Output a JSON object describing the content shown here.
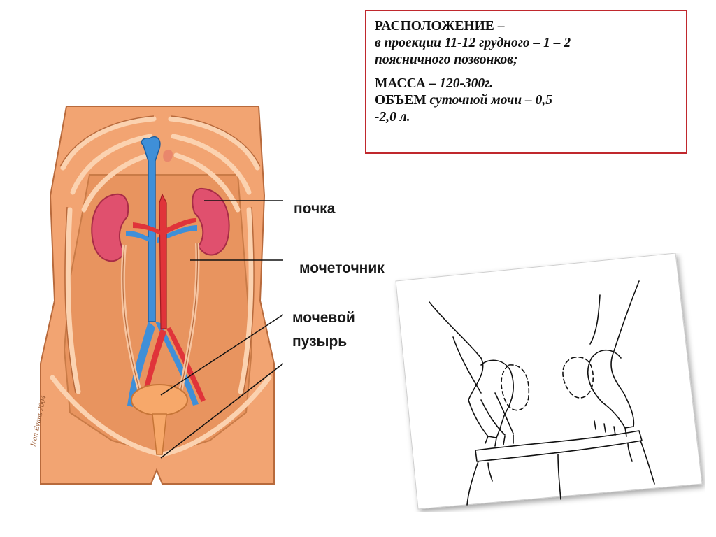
{
  "info_box": {
    "location_heading": "РАСПОЛОЖЕНИЕ –",
    "location_line1": "в проекции 11-12 грудного – 1 – 2",
    "location_line2": "поясничного позвонков;",
    "mass_heading": "МАССА –",
    "mass_value": " 120-300г.",
    "volume_heading": "ОБЪЕМ",
    "volume_value": " суточной мочи – 0,5",
    "volume_value_2": "-2,0 л."
  },
  "labels": {
    "kidney": "почка",
    "ureter": "мочеточник",
    "bladder_1": "мочевой",
    "bladder_2": "пузырь"
  },
  "signature": "Jean Evans 2004",
  "colors": {
    "border": "#c0282d",
    "skin": "#f2a472",
    "skin_dark": "#e08a55",
    "kidney": "#e0506e",
    "vein": "#3f8fd8",
    "artery": "#e0343a",
    "bladder": "#f7a86a"
  }
}
